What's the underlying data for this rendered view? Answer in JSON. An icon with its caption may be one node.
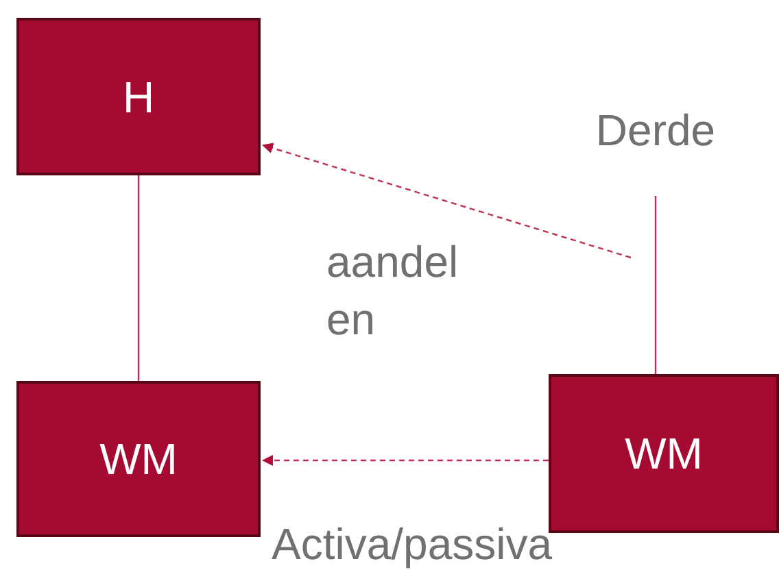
{
  "diagram": {
    "nodes": [
      {
        "text": [
          "H"
        ]
      },
      {
        "text": [
          "WM"
        ]
      },
      {
        "text": [
          "WM"
        ]
      },
      {
        "text": [
          "Derde"
        ]
      }
    ],
    "edges": [
      {
        "from": 0,
        "to": 1,
        "arrow": "none"
      },
      {
        "from": 3,
        "to": 2,
        "arrow": "none"
      },
      {
        "from": null,
        "to": 0,
        "arrow": "to",
        "label": "aandel en",
        "style": "dashed"
      },
      {
        "from": 2,
        "to": 1,
        "arrow": "to",
        "label": "Activa/passiva",
        "style": "dashed"
      }
    ]
  }
}
